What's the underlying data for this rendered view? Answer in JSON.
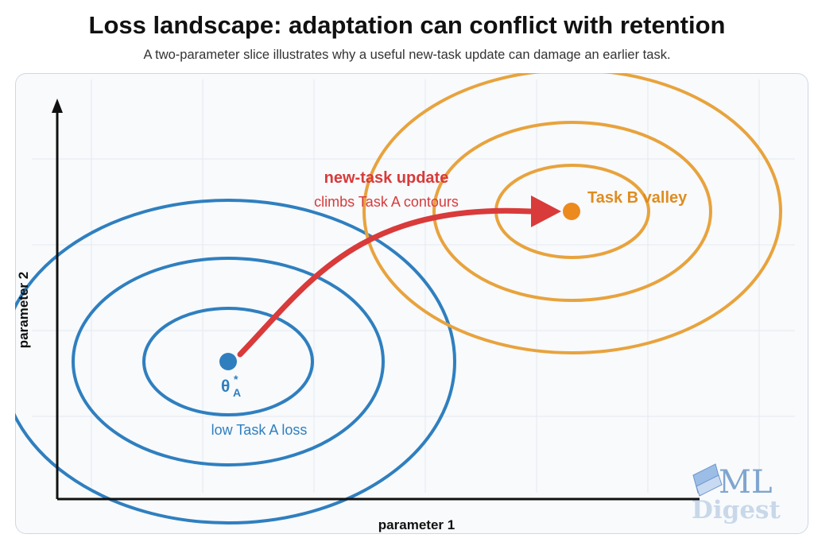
{
  "header": {
    "title": "Loss landscape: adaptation can conflict with retention",
    "subtitle": "A two-parameter slice illustrates why a useful new-task update can damage an earlier task."
  },
  "axes": {
    "xlabel": "parameter 1",
    "ylabel": "parameter 2"
  },
  "task_a": {
    "point_symbol": "θ",
    "point_sup": "*",
    "point_sub": "A",
    "region_label": "low Task A loss",
    "color": "#2f7fbf"
  },
  "task_b": {
    "valley_label": "Task B valley",
    "color": "#e8a33d",
    "point_color": "#ec8a1e"
  },
  "update": {
    "title": "new-task update",
    "subtitle": "climbs Task A contours",
    "color": "#d93a3a"
  },
  "watermark": {
    "line1": "ML",
    "line2": "Digest",
    "color": "#1e5fa8"
  }
}
